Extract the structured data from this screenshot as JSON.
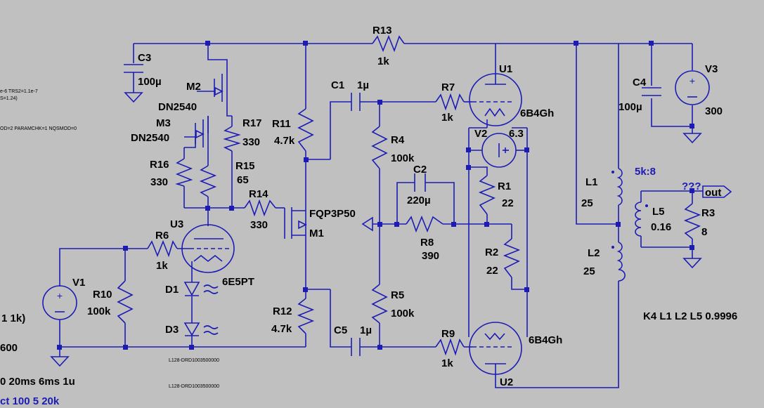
{
  "components": {
    "R13": {
      "ref": "R13",
      "val": "1k"
    },
    "C3": {
      "ref": "C3",
      "val": "100µ"
    },
    "M2": {
      "ref": "M2",
      "val": "DN2540"
    },
    "M3": {
      "ref": "M3",
      "val": "DN2540"
    },
    "R17": {
      "ref": "R17",
      "val": "330"
    },
    "R11": {
      "ref": "R11",
      "val": "4.7k"
    },
    "C1": {
      "ref": "C1",
      "val": "1µ"
    },
    "R7": {
      "ref": "R7",
      "val": "1k"
    },
    "U1": {
      "ref": "U1",
      "val": "6B4Gh"
    },
    "V2": {
      "ref": "V2",
      "val": "6.3"
    },
    "C4": {
      "ref": "C4",
      "val": "100µ"
    },
    "V3": {
      "ref": "V3",
      "val": "300"
    },
    "R4": {
      "ref": "R4",
      "val": "100k"
    },
    "C2": {
      "ref": "C2",
      "val": "220µ"
    },
    "R1": {
      "ref": "R1",
      "val": "22"
    },
    "L1": {
      "ref": "L1",
      "val": "25",
      "ratio": "5k:8"
    },
    "R16": {
      "ref": "R16",
      "val": "330"
    },
    "R15": {
      "ref": "R15",
      "val": "65"
    },
    "R14": {
      "ref": "R14",
      "val": "330"
    },
    "M1": {
      "ref": "M1",
      "val": "FQP3P50"
    },
    "R8": {
      "ref": "R8",
      "val": "390"
    },
    "L5": {
      "ref": "L5",
      "val": "0.16"
    },
    "R3": {
      "ref": "R3",
      "val": "8"
    },
    "U3": {
      "ref": "U3",
      "val": "6E5PT"
    },
    "R6": {
      "ref": "R6",
      "val": "1k"
    },
    "R2": {
      "ref": "R2",
      "val": "22"
    },
    "L2": {
      "ref": "L2",
      "val": "25"
    },
    "V1": {
      "ref": "V1"
    },
    "R10": {
      "ref": "R10",
      "val": "100k"
    },
    "D1": {
      "ref": "D1"
    },
    "D3": {
      "ref": "D3"
    },
    "R12": {
      "ref": "R12",
      "val": "4.7k"
    },
    "R5": {
      "ref": "R5",
      "val": "100k"
    },
    "C5": {
      "ref": "C5",
      "val": "1µ"
    },
    "R9": {
      "ref": "R9",
      "val": "1k"
    },
    "U2": {
      "ref": "U2",
      "val": "6B4Gh"
    }
  },
  "diode_model": "L128-DRD1003500000",
  "net_label": "out",
  "unknown_label": "???",
  "coupling": "K4 L1 L2 L5 0.9996",
  "directives": {
    "d1": "e-6  TRS2=1.1e-7",
    "d2": "S=1.24)",
    "d3": "OD=2 PARAMCHK=1 NQSMOD=0",
    "v1src": "1 1k)",
    "v3src": "600",
    "tran": "0 20ms 6ms 1u",
    "step": "ct 100 5 20k"
  },
  "colors": {
    "wire": "#1c1cb4",
    "background": "#c0c0c0",
    "text": "#000000",
    "accent": "#1c1cb4"
  }
}
